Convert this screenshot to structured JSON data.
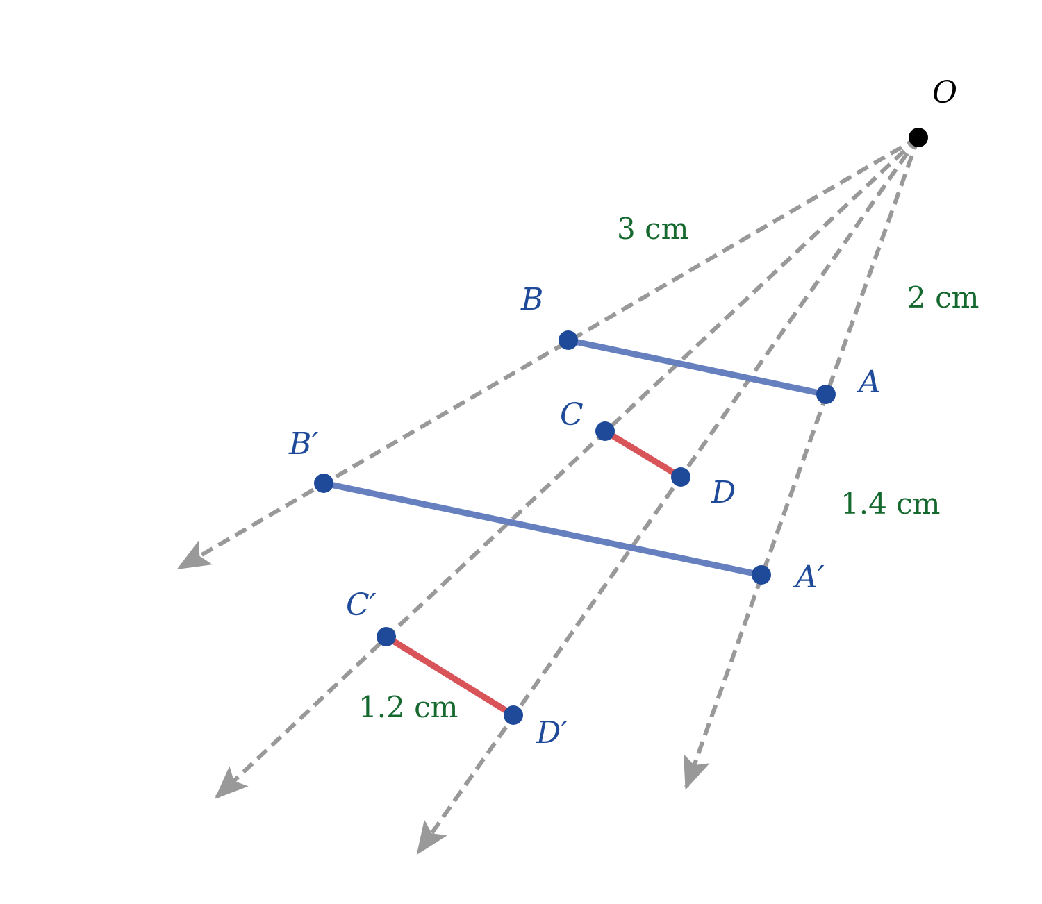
{
  "colors": {
    "ray": "#999999",
    "segment_ab": "#6680bf",
    "segment_cd": "#d95459",
    "point": "#1f4a9a",
    "center": "#000000",
    "point_label": "#1f4a9a",
    "center_label": "#000000",
    "measure": "#16692e"
  },
  "labels": {
    "O": "O",
    "A": "A",
    "B": "B",
    "C": "C",
    "D": "D",
    "A_prime": "A′",
    "B_prime": "B′",
    "C_prime": "C′",
    "D_prime": "D′"
  },
  "measurements": {
    "OB": "3 cm",
    "OA": "2 cm",
    "AA_prime": "1.4 cm",
    "C_prime_D_prime": "1.2 cm"
  }
}
